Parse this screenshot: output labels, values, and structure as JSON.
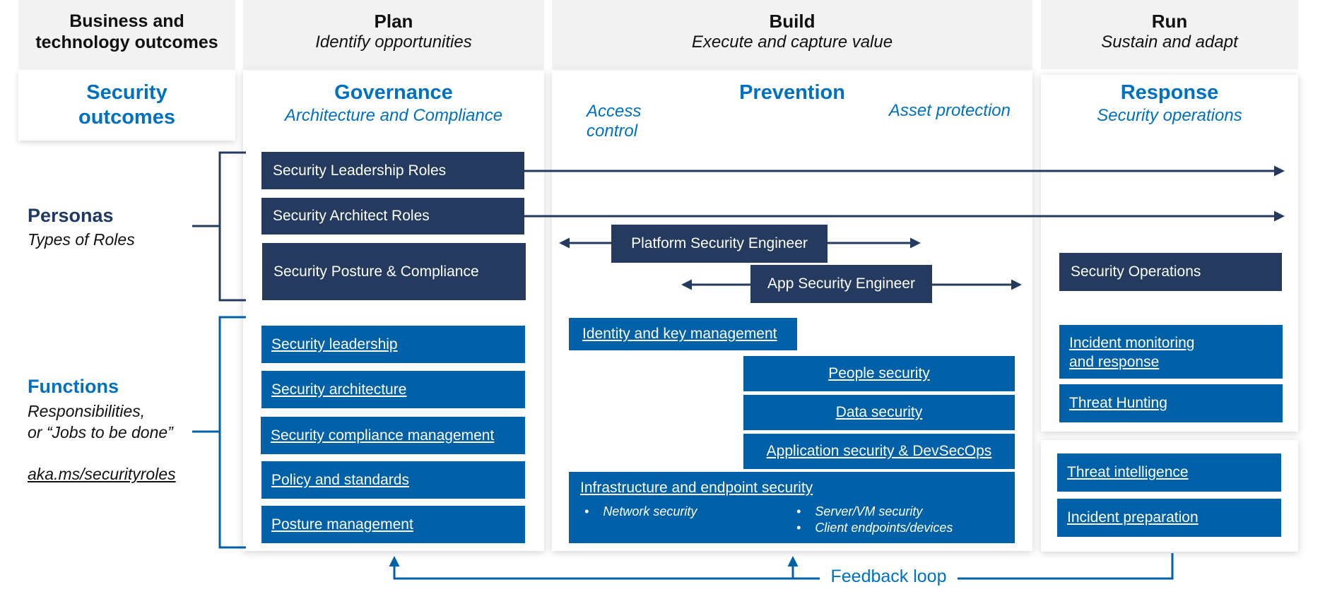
{
  "headers": {
    "outcomes": "Business and\ntechnology outcomes",
    "plan": {
      "title": "Plan",
      "subtitle": "Identify opportunities"
    },
    "build": {
      "title": "Build",
      "subtitle": "Execute and capture value"
    },
    "run": {
      "title": "Run",
      "subtitle": "Sustain and adapt"
    }
  },
  "security_outcomes": "Security\noutcomes",
  "panels": {
    "governance": {
      "title": "Governance",
      "subtitle": "Architecture and Compliance"
    },
    "prevention": {
      "title": "Prevention",
      "left": "Access control",
      "right": "Asset protection"
    },
    "response": {
      "title": "Response",
      "subtitle": "Security operations"
    }
  },
  "side": {
    "personas_title": "Personas",
    "personas_sub": "Types of Roles",
    "functions_title": "Functions",
    "functions_sub1": "Responsibilities,",
    "functions_sub2": "or “Jobs to be done”",
    "link": "aka.ms/securityroles"
  },
  "roles": {
    "leadership": "Security Leadership Roles",
    "architect": "Security Architect Roles",
    "posture": "Security Posture & Compliance",
    "platform": "Platform Security Engineer",
    "app": "App Security Engineer",
    "operations": "Security Operations"
  },
  "functions": {
    "plan": [
      "Security leadership",
      "Security architecture",
      "Security compliance management",
      "Policy and standards",
      "Posture management"
    ],
    "identity": "Identity and key management",
    "people": "People security",
    "data": "Data security",
    "appsec": "Application security & DevSecOps",
    "infra": {
      "title": "Infrastructure and endpoint security",
      "bullets_left": [
        "Network security"
      ],
      "bullets_right": [
        "Server/VM security",
        "Client endpoints/devices"
      ]
    },
    "incident_monitoring_1": "Incident monitoring",
    "incident_monitoring_2": "and response",
    "threat_hunting": "Threat Hunting",
    "threat_intel": "Threat intelligence",
    "incident_prep": "Incident preparation"
  },
  "feedback": "Feedback loop",
  "colors": {
    "navy": "#243a5e",
    "blue": "#0060a8",
    "accent": "#0070c0",
    "header_bg": "#f2f2f2"
  }
}
